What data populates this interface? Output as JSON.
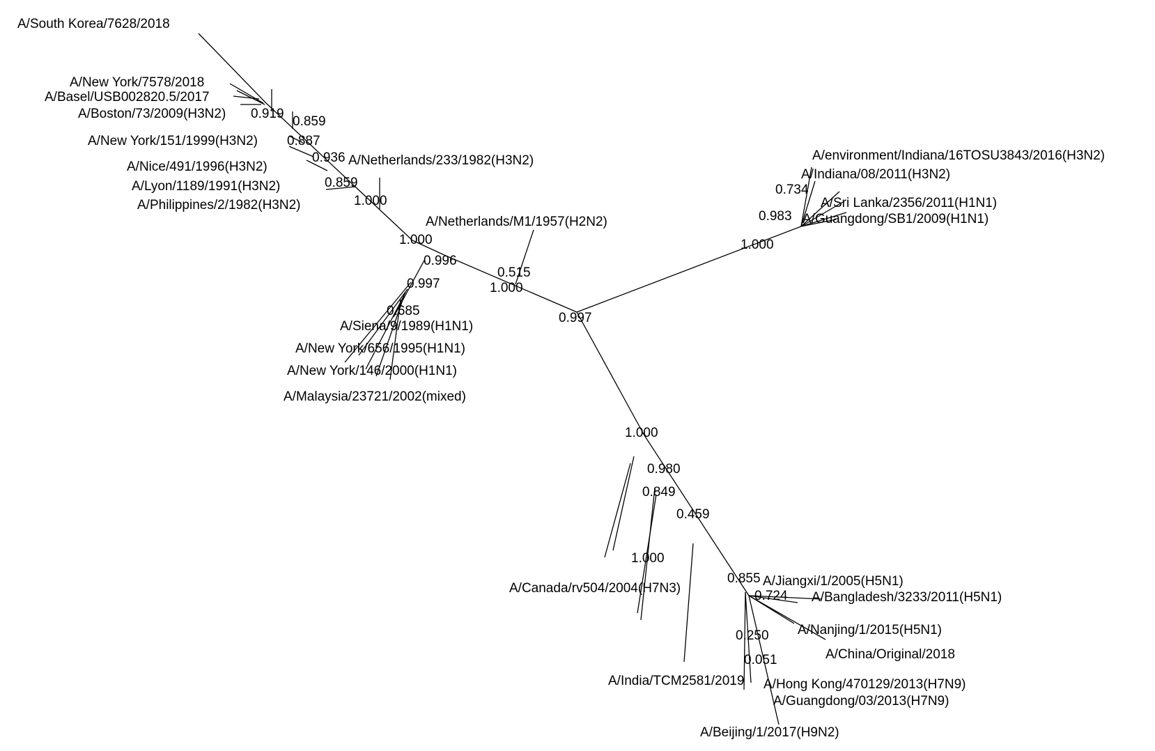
{
  "diagram": {
    "type": "unrooted phylogenetic tree",
    "line_color": "#000000",
    "background": "#ffffff",
    "leaf_labels": [
      "A/South Korea/7628/2018",
      "A/New York/7578/2018",
      "A/Basel/USB002820.5/2017",
      "A/Boston/73/2009(H3N2)",
      "A/New York/151/1999(H3N2)",
      "A/Nice/491/1996(H3N2)",
      "A/Lyon/1189/1991(H3N2)",
      "A/Philippines/2/1982(H3N2)",
      "A/Netherlands/233/1982(H3N2)",
      "A/Netherlands/M1/1957(H2N2)",
      "A/Siena/9/1989(H1N1)",
      "A/New York/656/1995(H1N1)",
      "A/New York/146/2000(H1N1)",
      "A/Malaysia/23721/2002(mixed)",
      "A/environment/Indiana/16TOSU3843/2016(H3N2)",
      "A/Indiana/08/2011(H3N2)",
      "A/Sri Lanka/2356/2011(H1N1)",
      "A/Guangdong/SB1/2009(H1N1)",
      "A/Canada/rv504/2004(H7N3)",
      "A/India/TCM2581/2019",
      "A/Jiangxi/1/2005(H5N1)",
      "A/Bangladesh/3233/2011(H5N1)",
      "A/Nanjing/1/2015(H5N1)",
      "A/China/Original/2018",
      "A/Hong Kong/470129/2013(H7N9)",
      "A/Guangdong/03/2013(H7N9)",
      "A/Beijing/1/2017(H9N2)"
    ],
    "support_values": [
      "0.919",
      "0.859",
      "0.887",
      "0.936",
      "0.859",
      "1.000",
      "1.000",
      "0.996",
      "0.997",
      "0.685",
      "0.515",
      "1.000",
      "0.997",
      "0.734",
      "0.983",
      "1.000",
      "1.000",
      "0.980",
      "0.849",
      "0.459",
      "1.000",
      "0.855",
      "0.724",
      "0.250",
      "0.051"
    ]
  }
}
